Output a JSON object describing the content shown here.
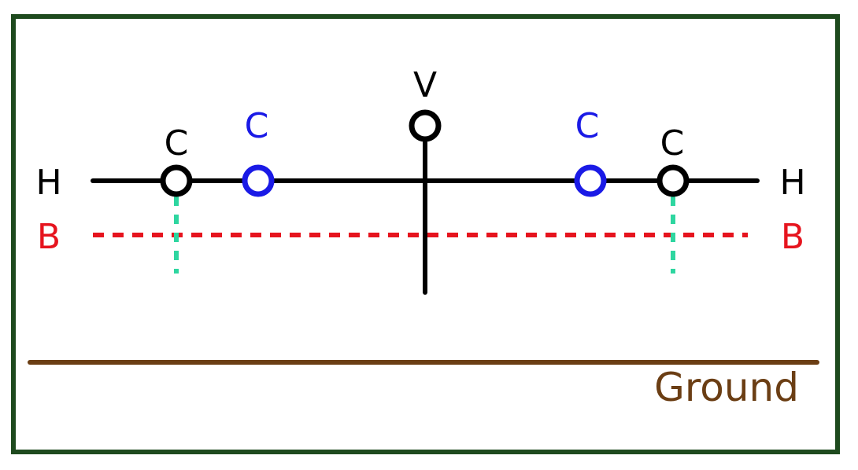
{
  "colors": {
    "frame": "#1e4a1e",
    "main": "#000000",
    "blue": "#1a1ae6",
    "red": "#e6141e",
    "teal": "#2ed6a0",
    "ground": "#6b3e14"
  },
  "labels": {
    "left_end": "H",
    "right_end": "H",
    "top": "V",
    "outer_left": "C",
    "inner_left": "C",
    "inner_right": "C",
    "outer_right": "C",
    "b_left": "B",
    "b_right": "B",
    "ground": "Ground"
  }
}
